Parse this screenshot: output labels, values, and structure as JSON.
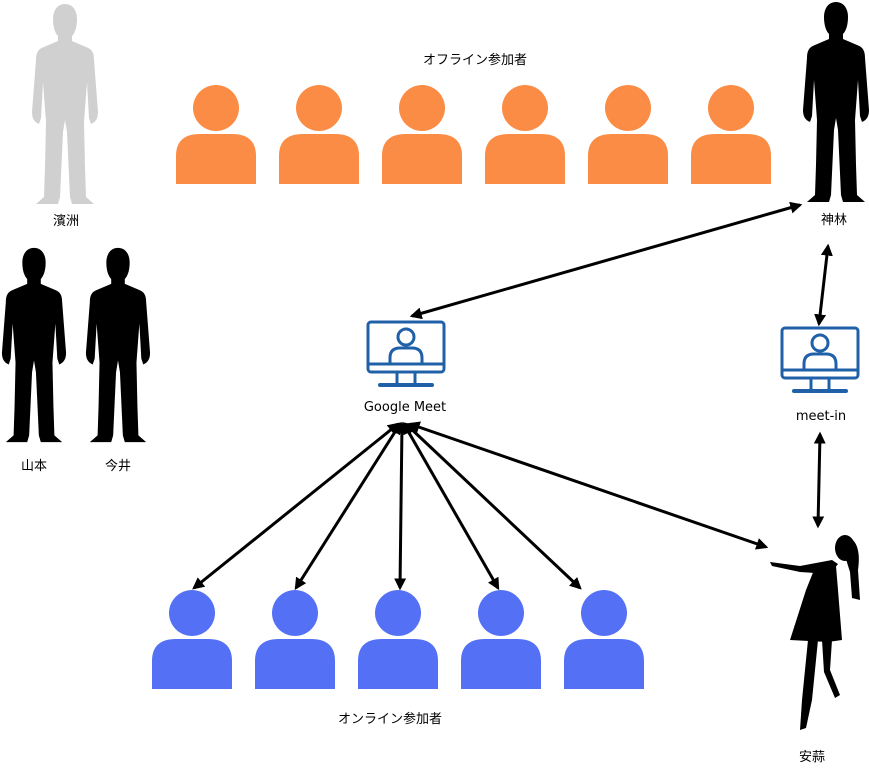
{
  "labels": {
    "offline_title": "オフライン参加者",
    "online_title": "オンライン参加者",
    "google_meet": "Google Meet",
    "meet_in": "meet-in",
    "hamasu": "濱洲",
    "yamamoto": "山本",
    "imai": "今井",
    "kanbayashi": "神林",
    "anhiru": "安蒜"
  },
  "colors": {
    "offline_person": "#fb8c45",
    "online_person": "#5471f6",
    "monitor": "#2060a8",
    "gray_silhouette": "#d0d0d0",
    "black_silhouette": "#000000",
    "arrow": "#000000"
  },
  "offline_participant_count": 6,
  "online_participant_count": 5
}
